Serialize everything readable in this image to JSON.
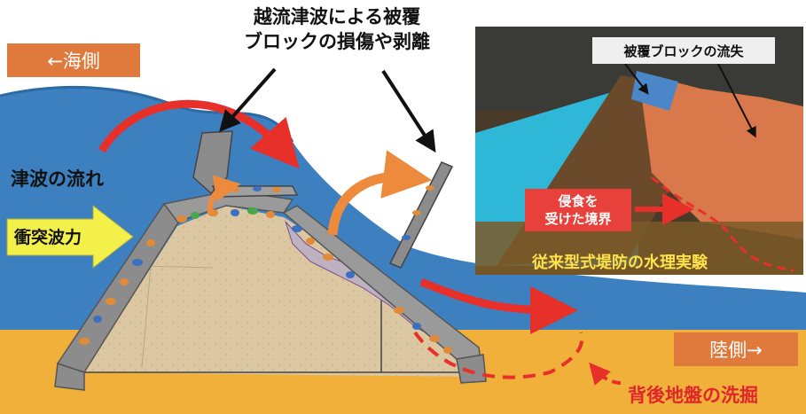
{
  "labels": {
    "sea_side": "←海側",
    "land_side": "陸側→",
    "title_line1": "越流津波による被覆",
    "title_line2": "ブロックの損傷や剥離",
    "tsunami_flow": "津波の流れ",
    "impact_force": "衝突波力",
    "block_loss": "被覆ブロックの流失",
    "eroded_boundary_line1": "侵食を",
    "eroded_boundary_line2": "受けた境界",
    "experiment_caption": "従来型式堤防の水理実験",
    "ground_scour": "背後地盤の洗掘"
  },
  "colors": {
    "sea": "#3d80c0",
    "ground": "#f0b03a",
    "embankment_fill": "#d9c4a0",
    "armor_block": "#8c8c8c",
    "flow_arrow": "#e8302a",
    "orange_arrow": "#ee8a3c",
    "impact_arrow": "#f4f04a",
    "tag_bg": "#e07a3c",
    "scour_text": "#e0262a"
  }
}
